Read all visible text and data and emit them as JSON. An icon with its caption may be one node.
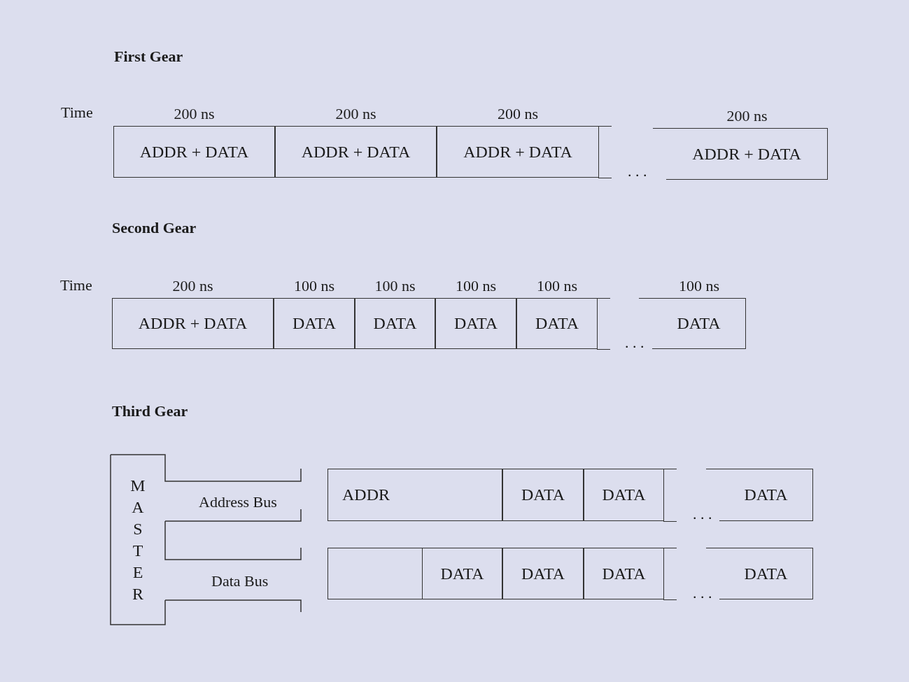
{
  "diagram": {
    "nodes": [
      {
        "text": [
          "ADDR + DATA"
        ],
        "beside": [
          "200 ns"
        ]
      },
      {
        "text": [
          "ADDR + DATA"
        ],
        "beside": [
          "200 ns"
        ]
      },
      {
        "text": [
          "ADDR + DATA"
        ],
        "beside": [
          "200 ns"
        ]
      },
      {
        "text": [
          "ADDR + DATA"
        ],
        "beside": [
          "200 ns"
        ]
      },
      {
        "text": [
          "ADDR + DATA"
        ],
        "beside": [
          "200 ns"
        ]
      },
      {
        "text": [
          "DATA"
        ],
        "beside": [
          "100 ns"
        ]
      },
      {
        "text": [
          "DATA"
        ],
        "beside": [
          "100 ns"
        ]
      },
      {
        "text": [
          "DATA"
        ],
        "beside": [
          "100 ns"
        ]
      },
      {
        "text": [
          "DATA"
        ],
        "beside": [
          "100 ns"
        ]
      },
      {
        "text": [
          "DATA"
        ],
        "beside": [
          "100 ns"
        ]
      },
      {
        "text": [
          "MASTER"
        ]
      },
      {
        "text": [
          "ADDR"
        ]
      },
      {
        "text": [
          "DATA"
        ]
      },
      {
        "text": [
          "DATA"
        ]
      },
      {
        "text": [
          "DATA"
        ]
      },
      {
        "text": [],
        "shape": "box"
      },
      {
        "text": [
          "DATA"
        ]
      },
      {
        "text": [
          "DATA"
        ]
      },
      {
        "text": [
          "DATA"
        ]
      },
      {
        "text": [
          "DATA"
        ]
      }
    ],
    "edges": [],
    "labels": [
      "First Gear",
      "Time",
      ". . .",
      "Second Gear",
      "Time",
      ". . .",
      "Third Gear",
      "Address Bus",
      "Data Bus",
      ". . .",
      ". . ."
    ]
  }
}
